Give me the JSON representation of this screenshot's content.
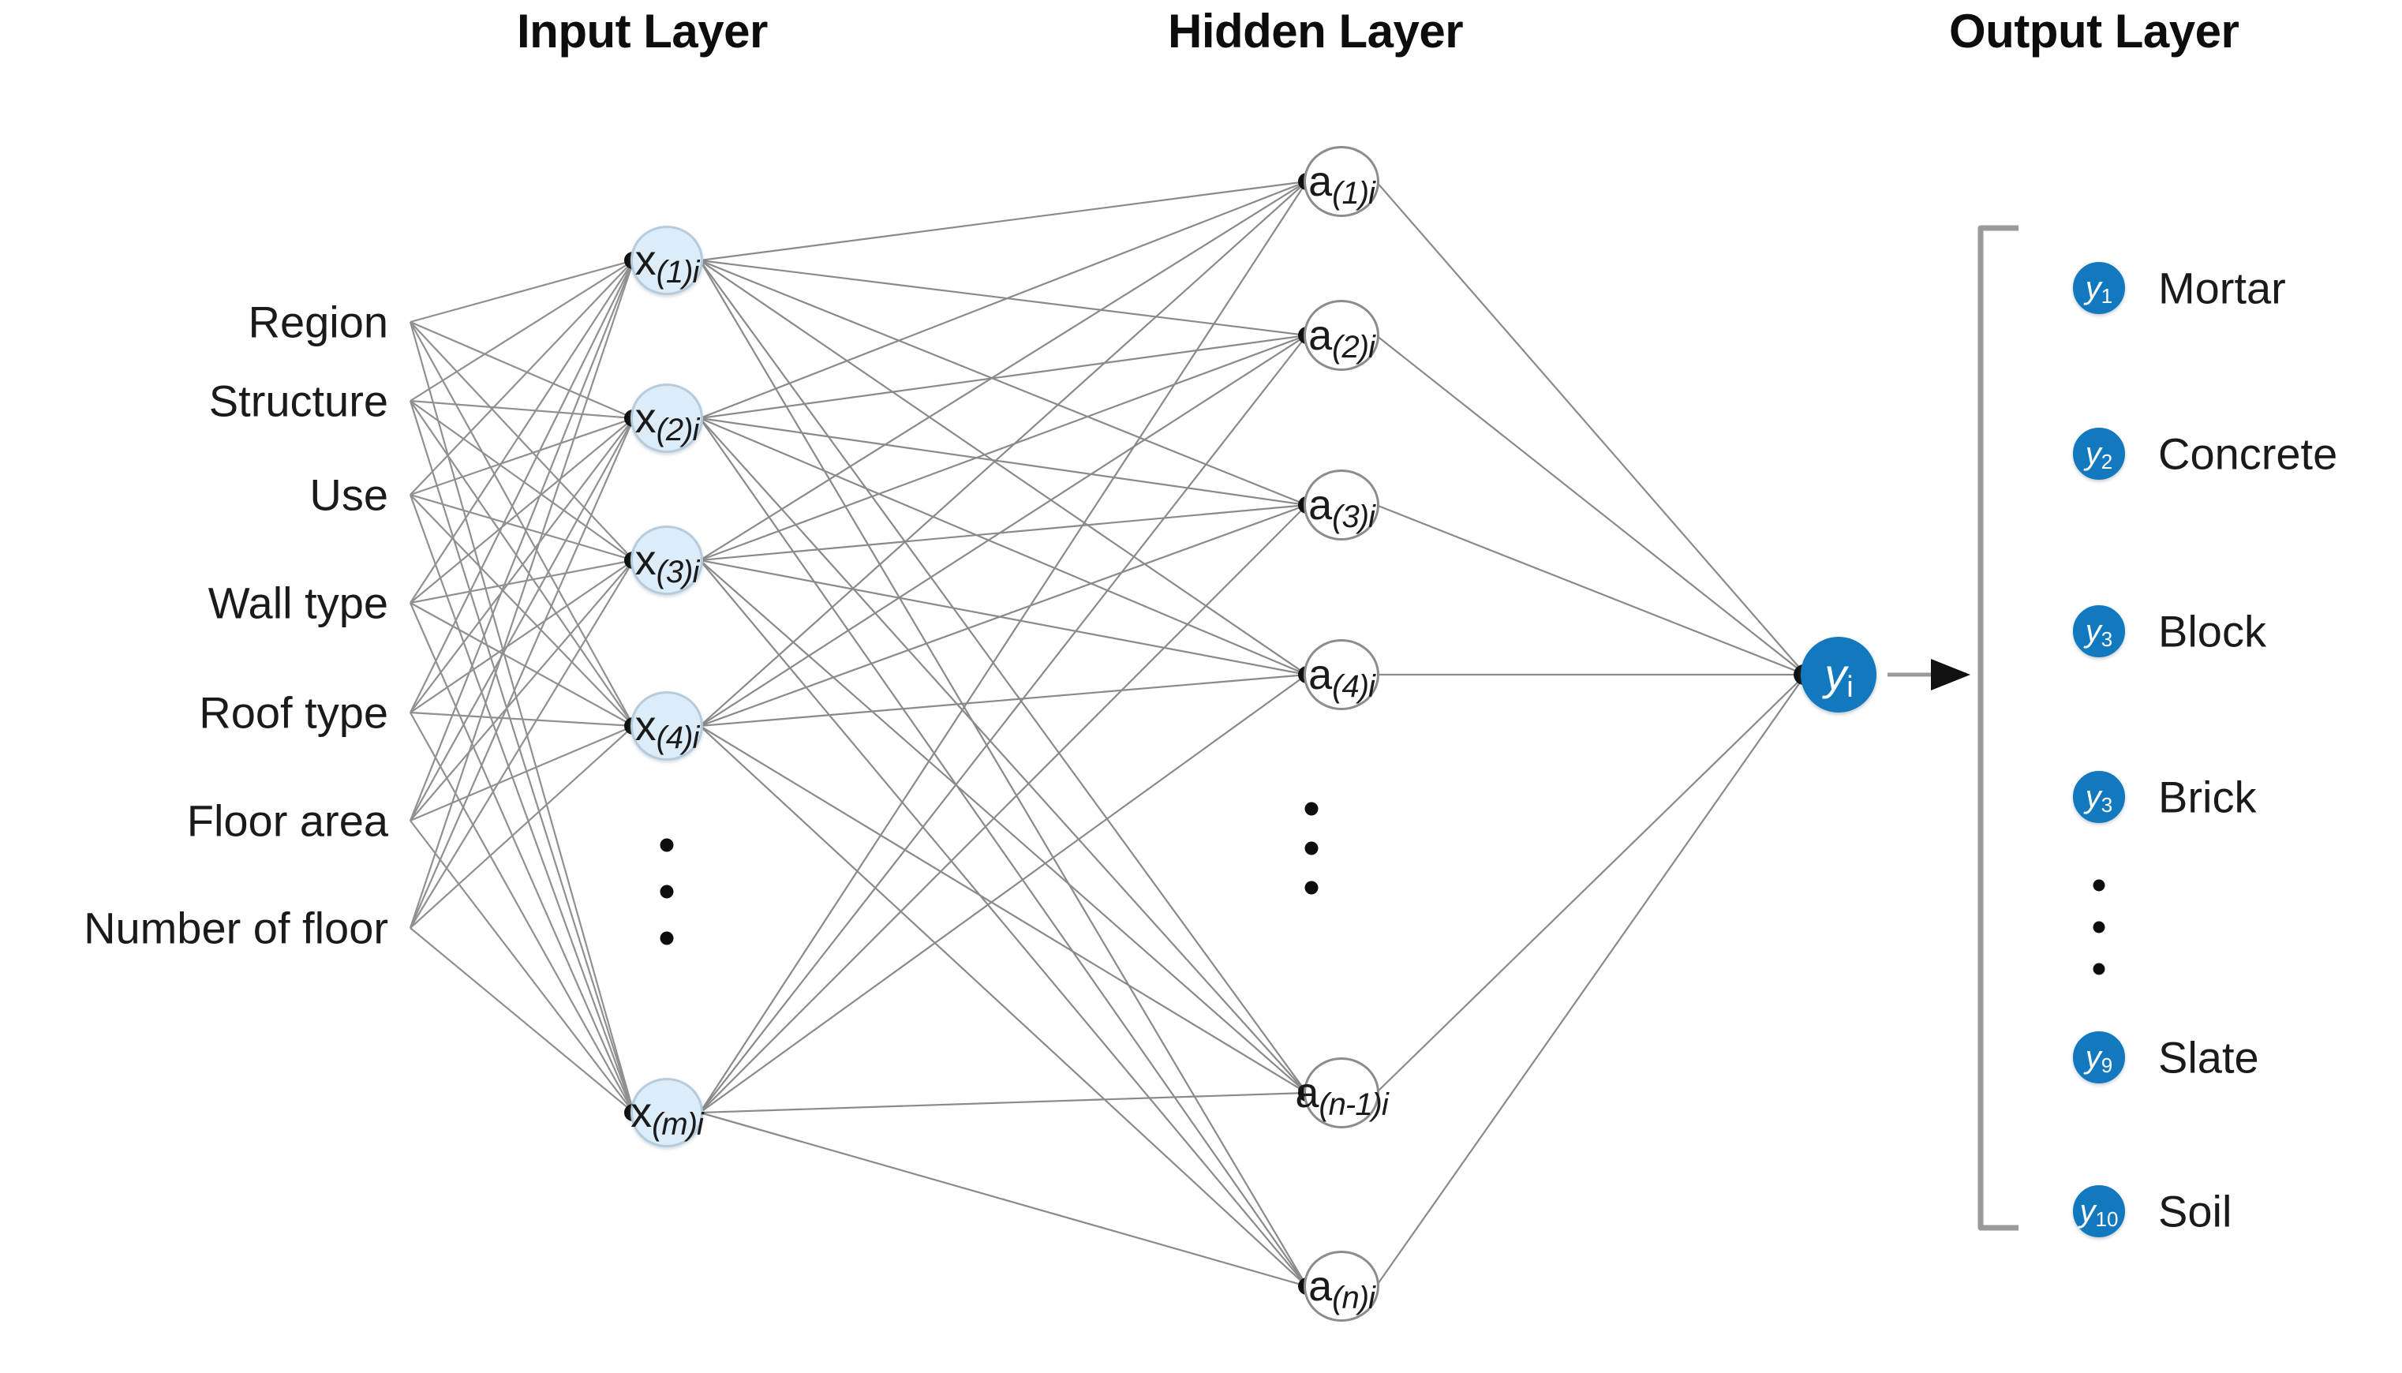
{
  "figure": {
    "kind": "neural-network-architecture-diagram",
    "background_color": "#ffffff",
    "accent_color": "#1379bf",
    "input_node_fill": "#dcecf8",
    "input_node_stroke": "#b6ccdd",
    "hidden_node_fill": "#ffffff",
    "hidden_node_stroke": "#8c8c8c",
    "edge_color": "#808080",
    "bracket_color": "#9a9a9a"
  },
  "titles": {
    "input": "Input Layer",
    "hidden": "Hidden Layer",
    "output": "Output Layer"
  },
  "input_features": [
    {
      "label": "Region"
    },
    {
      "label": "Structure"
    },
    {
      "label": "Use"
    },
    {
      "label": "Wall type"
    },
    {
      "label": "Roof type"
    },
    {
      "label": "Floor area"
    },
    {
      "label": "Number of floor"
    }
  ],
  "input_nodes": [
    {
      "base": "x",
      "sub": "(1)i"
    },
    {
      "base": "x",
      "sub": "(2)i"
    },
    {
      "base": "x",
      "sub": "(3)i"
    },
    {
      "base": "x",
      "sub": "(4)i"
    },
    {
      "base": "x",
      "sub": "(m)i"
    }
  ],
  "input_ellipsis": "⋮",
  "hidden_nodes": [
    {
      "base": "a",
      "sub": "(1)i"
    },
    {
      "base": "a",
      "sub": "(2)i"
    },
    {
      "base": "a",
      "sub": "(3)i"
    },
    {
      "base": "a",
      "sub": "(4)i"
    },
    {
      "base": "a",
      "sub": "(n-1)i"
    },
    {
      "base": "a",
      "sub": "(n)i"
    }
  ],
  "hidden_ellipsis": "⋮",
  "output_node": {
    "base": "y",
    "sub": "i"
  },
  "output_classes": [
    {
      "symbol": "y",
      "index": "1",
      "name": "Mortar"
    },
    {
      "symbol": "y",
      "index": "2",
      "name": "Concrete"
    },
    {
      "symbol": "y",
      "index": "3",
      "name": "Block"
    },
    {
      "symbol": "y",
      "index": "3",
      "name": "Brick"
    },
    {
      "symbol": "y",
      "index": "9",
      "name": "Slate"
    },
    {
      "symbol": "y",
      "index": "10",
      "name": "Soil"
    }
  ],
  "output_ellipsis": "⋮"
}
